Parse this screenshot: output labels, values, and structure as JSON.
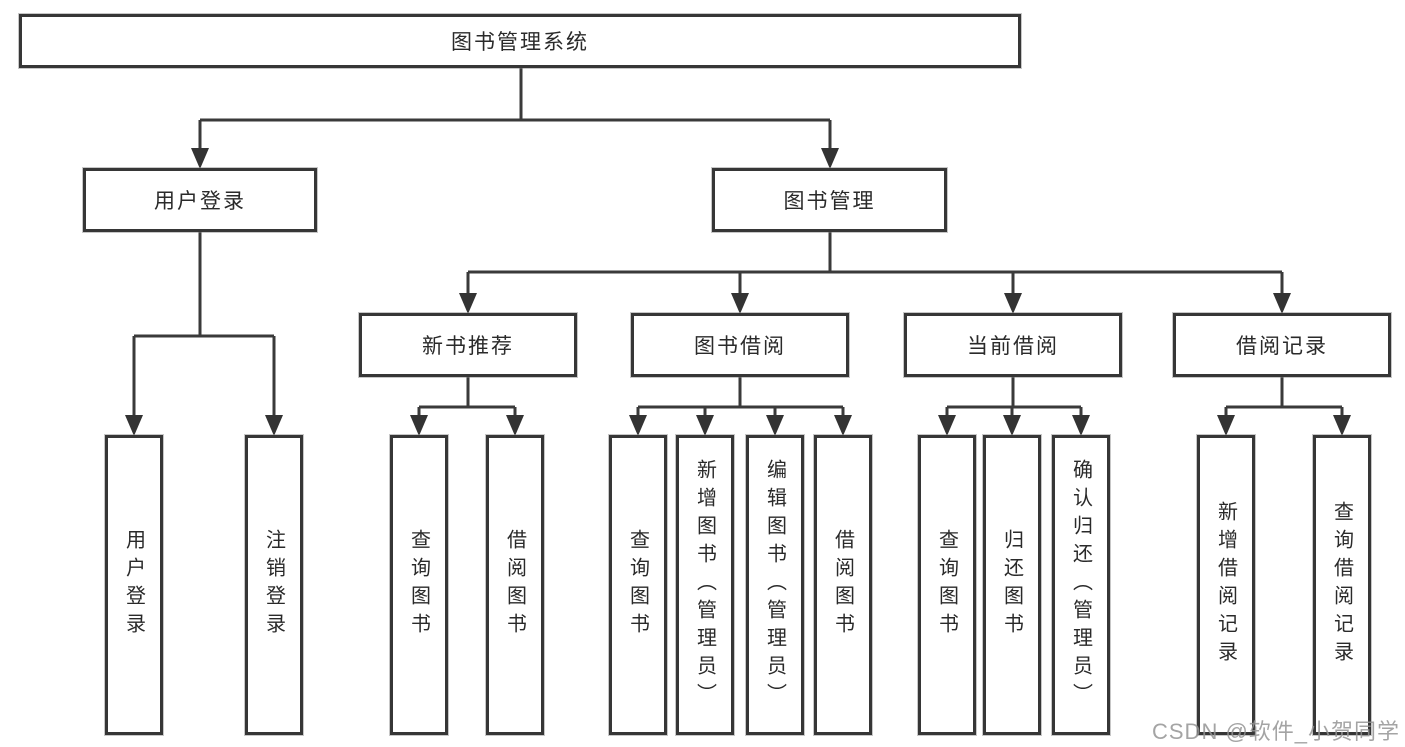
{
  "diagram": {
    "root": {
      "label": "图书管理系统"
    },
    "level2": [
      {
        "label": "用户登录"
      },
      {
        "label": "图书管理"
      }
    ],
    "level3": [
      {
        "label": "新书推荐"
      },
      {
        "label": "图书借阅"
      },
      {
        "label": "当前借阅"
      },
      {
        "label": "借阅记录"
      }
    ],
    "leaves": {
      "user_login_group": [
        "用户登录",
        "注销登录"
      ],
      "new_book_group": [
        "查询图书",
        "借阅图书"
      ],
      "book_borrow_group": [
        "查询图书",
        "新增图书（管理员）",
        "编辑图书（管理员）",
        "借阅图书"
      ],
      "current_borrow_group": [
        "查询图书",
        "归还图书",
        "确认归还（管理员）"
      ],
      "borrow_record_group": [
        "新增借阅记录",
        "查询借阅记录"
      ]
    }
  },
  "watermark": {
    "text": "CSDN @软件_小贺同学"
  },
  "colors": {
    "line": "#3a3a3a",
    "box_border": "#363636",
    "text": "#2a2a2a",
    "watermark": "#949494",
    "background": "#ffffff"
  }
}
